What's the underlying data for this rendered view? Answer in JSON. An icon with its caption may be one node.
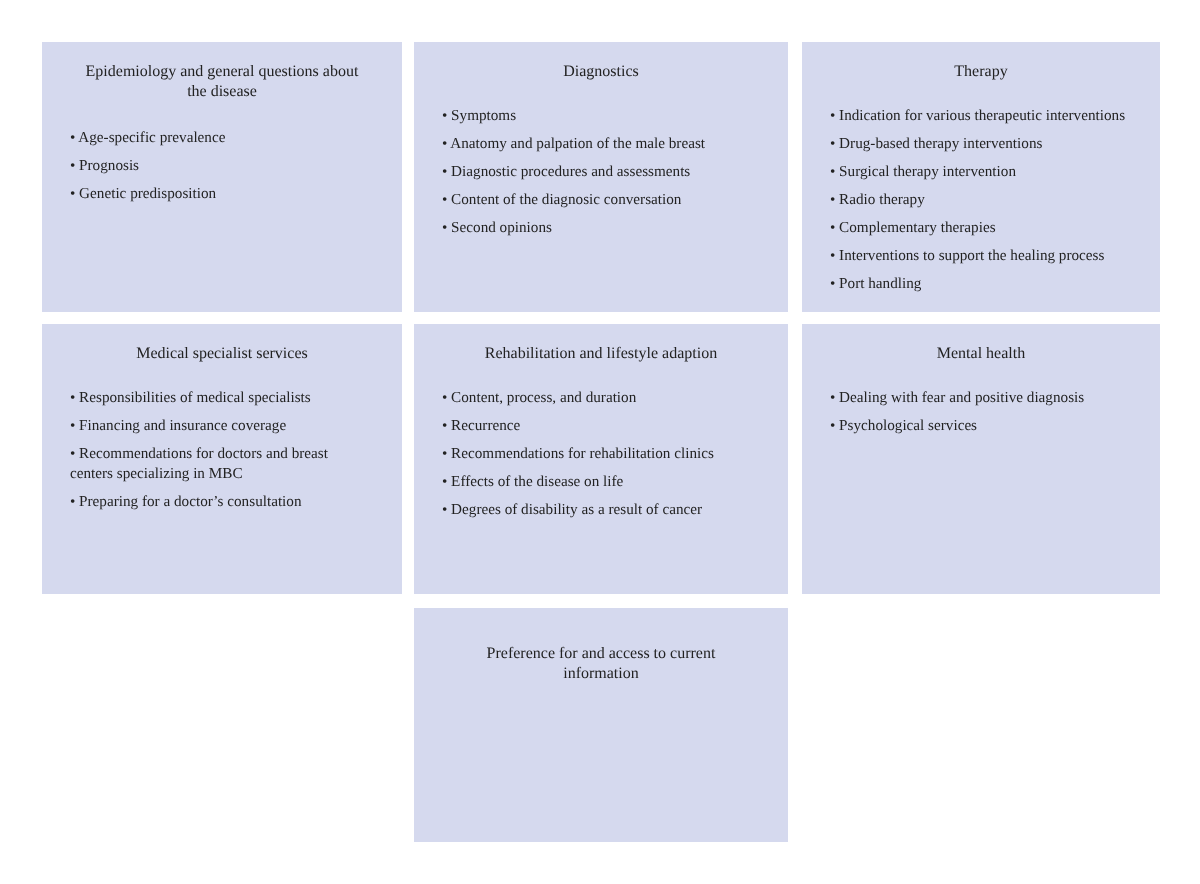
{
  "diagram": {
    "nodes": [
      {
        "text": [
          "Epidemiology and general questions about the disease",
          "• Age-specific prevalence",
          "• Prognosis",
          "• Genetic predisposition"
        ]
      },
      {
        "text": [
          "Diagnostics",
          "• Symptoms",
          "• Anatomy and palpation of the male breast",
          "• Diagnostic procedures and assessments",
          "• Content of the diagnosic conversation",
          "• Second opinions"
        ]
      },
      {
        "text": [
          "Therapy",
          "• Indication for various therapeutic interventions",
          "• Drug-based therapy interventions",
          "• Surgical therapy intervention",
          "• Radio therapy",
          "• Complementary therapies",
          "• Interventions to support the healing process",
          "• Port handling"
        ]
      },
      {
        "text": [
          "Medical specialist services",
          "• Responsibilities of medical specialists",
          "• Financing and insurance coverage",
          "• Recommendations for doctors and breast centers specializing in MBC",
          "• Preparing for a doctor’s consultation"
        ]
      },
      {
        "text": [
          "Rehabilitation and lifestyle adaption",
          "• Content, process, and duration",
          "• Recurrence",
          "• Recommendations for rehabilitation clinics",
          "• Effects of the disease on life",
          "• Degrees of disability as a result of cancer"
        ]
      },
      {
        "text": [
          "Mental health",
          "• Dealing with fear and positive diagnosis",
          "• Psychological services"
        ]
      },
      {
        "text": [
          "Preference for and access to current information"
        ]
      }
    ],
    "edges": []
  }
}
